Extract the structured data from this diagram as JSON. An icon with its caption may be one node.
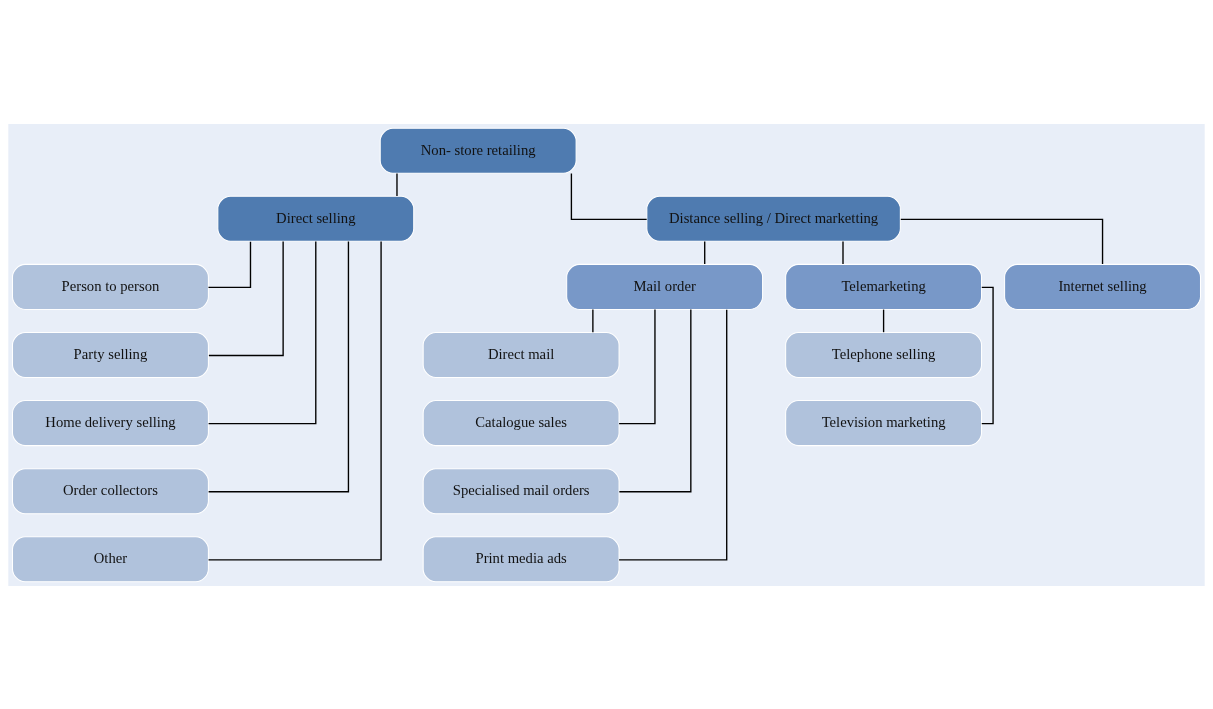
{
  "diagram": {
    "nodes": [
      {
        "text": [
          "Non- store retailing"
        ]
      },
      {
        "text": [
          "Direct selling"
        ]
      },
      {
        "text": [
          "Distance selling / Direct marketting"
        ]
      },
      {
        "text": [
          "Person to person"
        ]
      },
      {
        "text": [
          "Party selling"
        ]
      },
      {
        "text": [
          "Home delivery selling"
        ]
      },
      {
        "text": [
          "Order collectors"
        ]
      },
      {
        "text": [
          "Other"
        ]
      },
      {
        "text": [
          "Mail order"
        ]
      },
      {
        "text": [
          "Telemarketing"
        ]
      },
      {
        "text": [
          "Internet selling"
        ]
      },
      {
        "text": [
          "Direct mail"
        ]
      },
      {
        "text": [
          "Catalogue sales"
        ]
      },
      {
        "text": [
          "Specialised mail orders"
        ]
      },
      {
        "text": [
          "Print media ads"
        ]
      },
      {
        "text": [
          "Telephone selling"
        ]
      },
      {
        "text": [
          "Television marketing"
        ]
      }
    ],
    "edges": [
      {
        "from": 0,
        "to": 1,
        "arrow": "none"
      },
      {
        "from": 0,
        "to": 2,
        "arrow": "none"
      },
      {
        "from": 1,
        "to": 3,
        "arrow": "none"
      },
      {
        "from": 1,
        "to": 4,
        "arrow": "none"
      },
      {
        "from": 1,
        "to": 5,
        "arrow": "none"
      },
      {
        "from": 1,
        "to": 6,
        "arrow": "none"
      },
      {
        "from": 1,
        "to": 7,
        "arrow": "none"
      },
      {
        "from": 2,
        "to": 8,
        "arrow": "none"
      },
      {
        "from": 2,
        "to": 9,
        "arrow": "none"
      },
      {
        "from": 2,
        "to": 10,
        "arrow": "none"
      },
      {
        "from": 8,
        "to": 11,
        "arrow": "none"
      },
      {
        "from": 8,
        "to": 12,
        "arrow": "none"
      },
      {
        "from": 8,
        "to": 13,
        "arrow": "none"
      },
      {
        "from": 8,
        "to": 14,
        "arrow": "none"
      },
      {
        "from": 9,
        "to": 15,
        "arrow": "none"
      },
      {
        "from": 9,
        "to": 16,
        "arrow": "none"
      }
    ]
  }
}
